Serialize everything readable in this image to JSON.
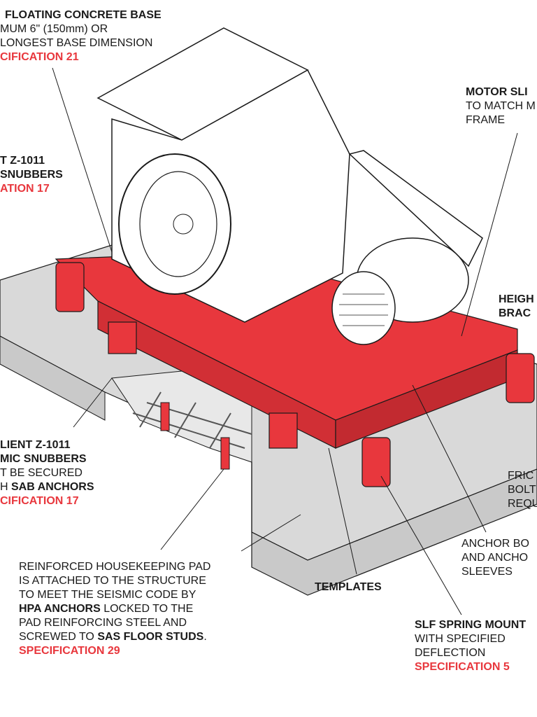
{
  "colors": {
    "accent_red": "#e8373d",
    "pad_gray": "#d9d9d9",
    "line": "#1a1a1a"
  },
  "labels": {
    "floating_base": {
      "l1": "FLOATING CONCRETE BASE",
      "l2": "MUM 6\" (150mm) OR",
      "l3": "LONGEST BASE DIMENSION",
      "spec": "CIFICATION 21"
    },
    "snubbers_top": {
      "l1": "T Z-1011",
      "l2": "SNUBBERS",
      "spec": "ATION 17"
    },
    "motor_slide": {
      "l1": "MOTOR SLI",
      "l2": "TO MATCH M",
      "l3": "FRAME"
    },
    "height_bracket": {
      "l1": "HEIGH",
      "l2": "BRAC"
    },
    "snubbers_bottom": {
      "l1": "LIENT Z-1011",
      "l2": "MIC SNUBBERS",
      "l3": "T BE SECURED",
      "l4_prefix": "H ",
      "l4_bold": "SAB ANCHORS",
      "spec": "CIFICATION 17"
    },
    "friction": {
      "l1": "FRIC",
      "l2": "BOLT",
      "l3": "REQU"
    },
    "anchor_bolts": {
      "l1": "ANCHOR BO",
      "l2": "AND ANCHO",
      "l3": "SLEEVES"
    },
    "templates": {
      "l1": "TEMPLATES"
    },
    "housekeeping_pad": {
      "l1": "REINFORCED HOUSEKEEPING PAD",
      "l2": "IS ATTACHED TO THE STRUCTURE",
      "l3": "TO MEET THE SEISMIC CODE BY",
      "l4_bold": "HPA ANCHORS",
      "l4_rest": " LOCKED TO THE",
      "l5": "PAD REINFORCING STEEL AND",
      "l6_prefix": "SCREWED TO ",
      "l6_bold": "SAS FLOOR STUDS",
      "l6_suffix": ".",
      "spec": "SPECIFICATION 29"
    },
    "spring_mount": {
      "l1": "SLF SPRING MOUNT",
      "l2": "WITH SPECIFIED",
      "l3": "DEFLECTION",
      "spec": "SPECIFICATION 5"
    }
  }
}
